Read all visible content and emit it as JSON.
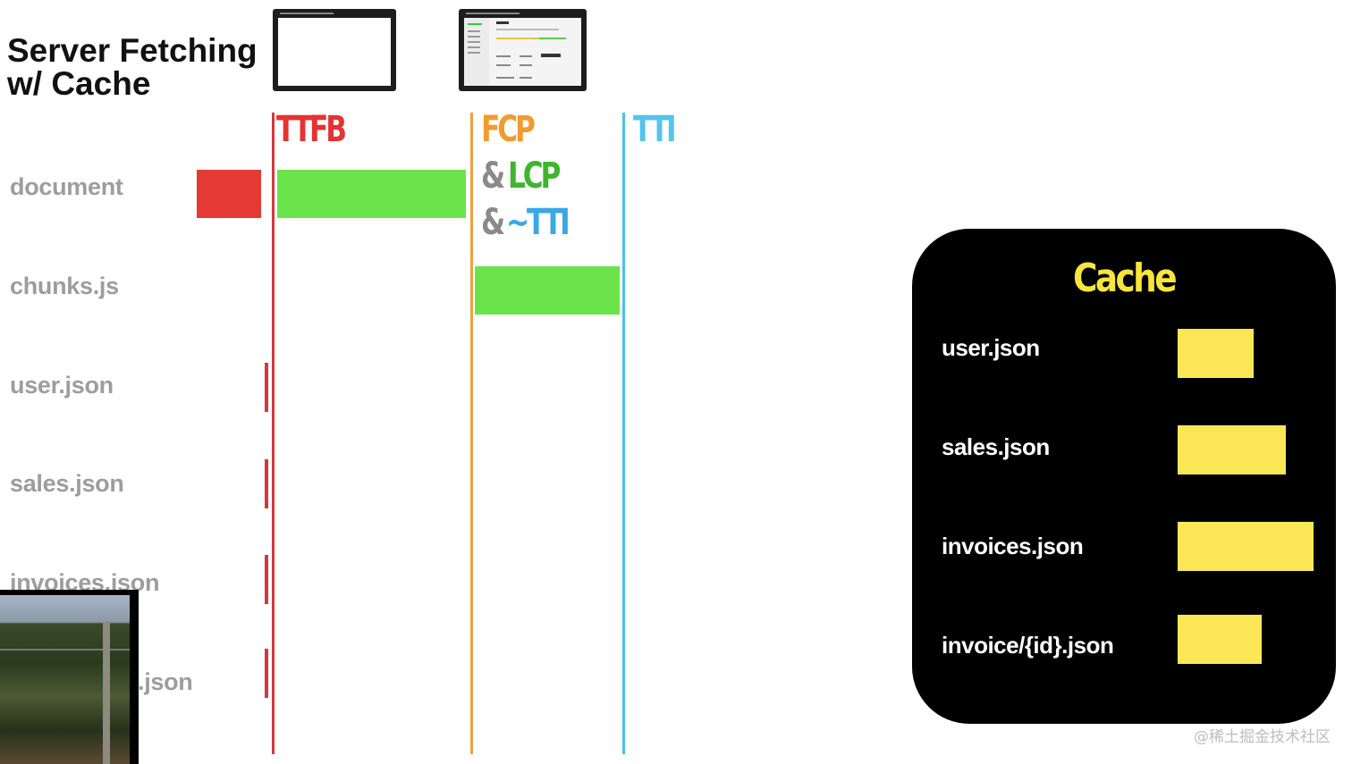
{
  "title": {
    "line1": "Server Fetching",
    "line2": "w/ Cache"
  },
  "rows": [
    {
      "label": "document"
    },
    {
      "label": "chunks.js"
    },
    {
      "label": "user.json"
    },
    {
      "label": "sales.json"
    },
    {
      "label": "invoices.json"
    },
    {
      "label": ".json"
    }
  ],
  "markers": {
    "ttfb": {
      "label": "TTFB",
      "color": "#e63232"
    },
    "fcp": {
      "label": "FCP",
      "color": "#f39a2e"
    },
    "lcp_amp": "&",
    "lcp": {
      "label": "LCP",
      "color": "#3fb52e"
    },
    "tti_amp": "&",
    "tti_approx": {
      "label": "~TTI",
      "color": "#3aa7e8"
    },
    "tti": {
      "label": "TTI",
      "color": "#52c4ee"
    }
  },
  "colors": {
    "server_bar": "#e53a33",
    "download_bar": "#6ae44a",
    "cache_bar": "#fbe756",
    "cache_bg": "#000000",
    "line_ttfb": "#d03a3f",
    "line_fcp": "#f0a03b",
    "line_tti": "#4bc2e6"
  },
  "cache": {
    "title": "Cache",
    "items": [
      {
        "label": "user.json"
      },
      {
        "label": "sales.json"
      },
      {
        "label": "invoices.json"
      },
      {
        "label": "invoice/{id}.json"
      }
    ]
  },
  "watermark": "@稀土掘金技术社区",
  "icons": {
    "thumb_blank": "blank-page-thumbnail",
    "thumb_dashboard": "dashboard-page-thumbnail",
    "pip": "video-pip"
  }
}
